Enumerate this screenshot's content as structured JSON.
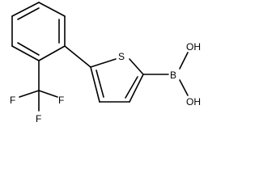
{
  "molecule": {
    "atoms": {
      "sulfur": "S",
      "boron": "B",
      "hydroxyl_top": "OH",
      "hydroxyl_bottom": "OH",
      "fluorine_left": "F",
      "fluorine_right": "F",
      "fluorine_bottom": "F"
    }
  },
  "colors": {
    "bond": "#000000",
    "background": "#ffffff"
  }
}
